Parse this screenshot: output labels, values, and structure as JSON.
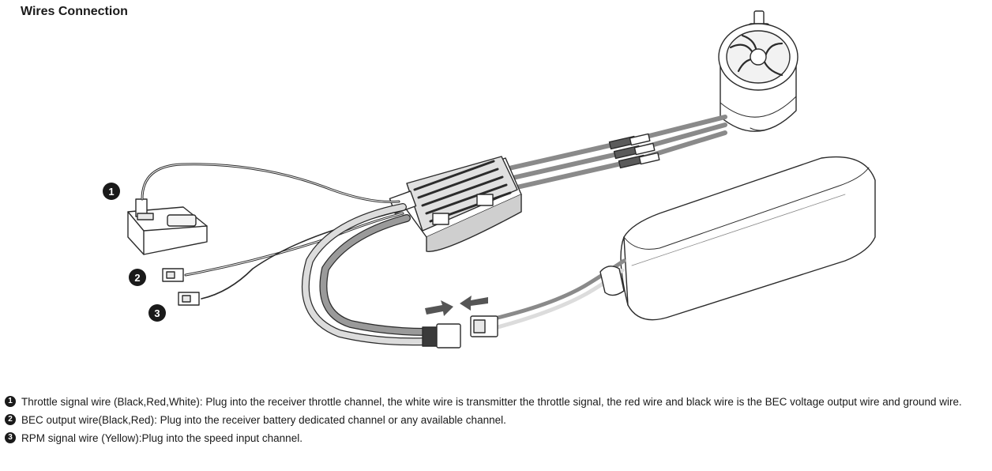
{
  "title": "Wires Connection",
  "callouts": [
    "1",
    "2",
    "3"
  ],
  "notes": [
    {
      "num": "1",
      "text": "Throttle signal wire (Black,Red,White): Plug into the receiver throttle channel, the white wire is transmitter the throttle signal, the red wire and black wire is the BEC voltage output wire and ground wire."
    },
    {
      "num": "2",
      "text": "BEC output wire(Black,Red): Plug into the receiver battery dedicated channel or any available channel."
    },
    {
      "num": "3",
      "text": "RPM signal wire (Yellow):Plug into the speed input channel."
    }
  ],
  "colors": {
    "line": "#2b2b2b",
    "wire_gray": "#8a8a8a",
    "wire_light": "#dcdcdc",
    "connector": "#3a3a3a"
  }
}
